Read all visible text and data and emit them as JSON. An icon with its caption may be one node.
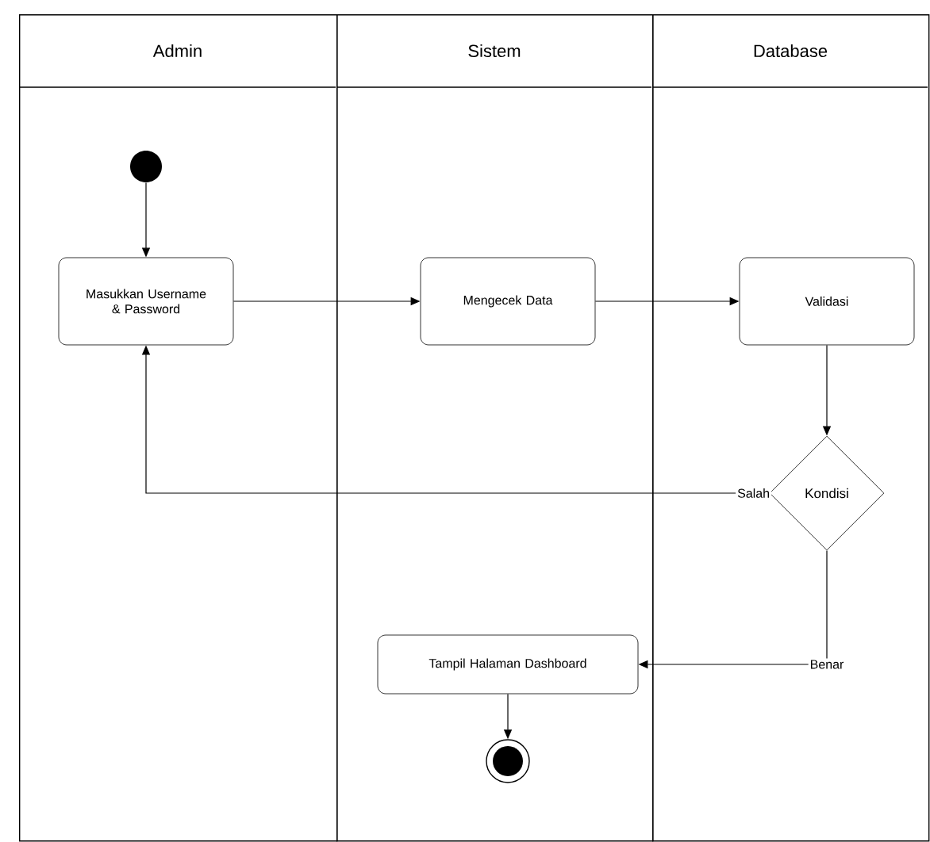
{
  "diagram": {
    "nodes": [
      {
        "text": [
          "Admin"
        ]
      },
      {
        "text": [
          "Sistem"
        ]
      },
      {
        "text": [
          "Database"
        ]
      },
      {
        "text": [],
        "shape": "circle",
        "in": 0
      },
      {
        "text": [
          "Masukkan Username & Password"
        ],
        "in": 0
      },
      {
        "text": [
          "Mengecek Data"
        ],
        "in": 1
      },
      {
        "text": [
          "Validasi"
        ],
        "in": 2
      },
      {
        "text": [
          "Kondisi"
        ],
        "in": 2
      },
      {
        "text": [
          "Tampil Halaman Dashboard"
        ],
        "in": 1
      },
      {
        "text": [],
        "shape": "circle",
        "in": 1
      }
    ],
    "edges": [
      {
        "from": 3,
        "to": 4,
        "arrow": "to"
      },
      {
        "from": 4,
        "to": 5,
        "arrow": "to"
      },
      {
        "from": 5,
        "to": 6,
        "arrow": "to"
      },
      {
        "from": 6,
        "to": 7,
        "arrow": "to"
      },
      {
        "from": 7,
        "to": 4,
        "arrow": "to",
        "label": "Salah"
      },
      {
        "from": 7,
        "to": 8,
        "arrow": "to",
        "label": "Benar"
      },
      {
        "from": 8,
        "to": 9,
        "arrow": "to"
      }
    ]
  }
}
